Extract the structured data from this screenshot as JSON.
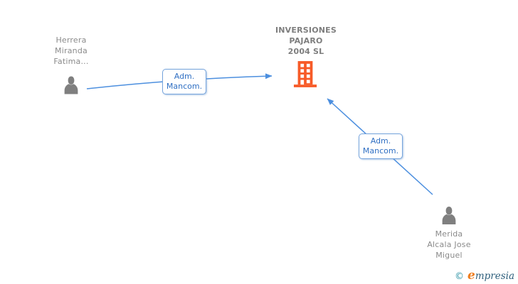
{
  "diagram": {
    "company": {
      "name_lines": [
        "INVERSIONES",
        "PAJARO",
        "2004 SL"
      ]
    },
    "person_left": {
      "name_lines": [
        "Herrera",
        "Miranda",
        "Fatima..."
      ]
    },
    "person_right": {
      "name_lines": [
        "Merida",
        "Alcala Jose",
        "Miguel"
      ]
    },
    "edges": [
      {
        "label_lines": [
          "Adm.",
          "Mancom."
        ]
      },
      {
        "label_lines": [
          "Adm.",
          "Mancom."
        ]
      }
    ],
    "colors": {
      "edge_blue": "#4c8fdf",
      "edge_label_text": "#2f6fc3",
      "edge_label_border": "#76a4dc",
      "person_gray": "#7f7f7f",
      "person_name_text": "#8a8a8a",
      "company_title_text": "#7e7e7e",
      "building_orange": "#f75b28"
    }
  },
  "footer": {
    "copyright_symbol": "©",
    "brand_initial": "e",
    "brand_rest": "mpresia"
  }
}
